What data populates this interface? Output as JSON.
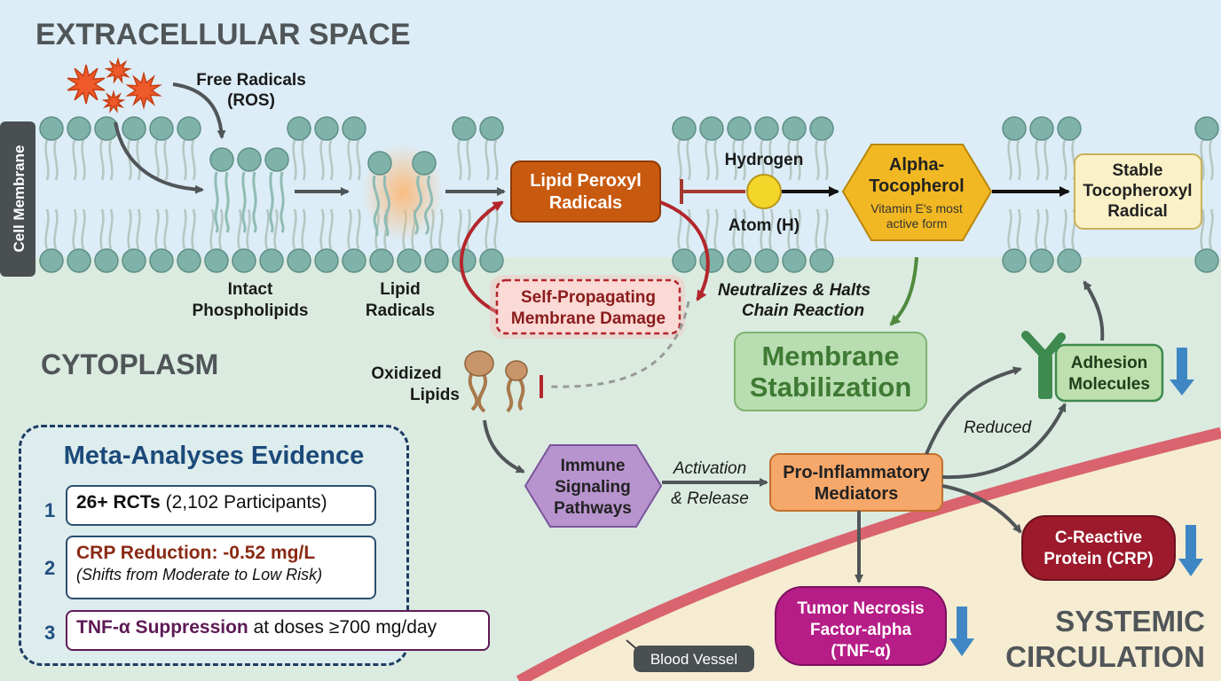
{
  "regions": {
    "extracellular": "EXTRACELLULAR SPACE",
    "cytoplasm": "CYTOPLASM",
    "systemic_line1": "SYSTEMIC",
    "systemic_line2": "CIRCULATION",
    "membrane_tag": "Cell Membrane",
    "blood_vessel": "Blood Vessel"
  },
  "nodes": {
    "free_radicals": [
      "Free Radicals",
      "(ROS)"
    ],
    "intact": [
      "Intact",
      "Phospholipids"
    ],
    "lipid_radicals": [
      "Lipid",
      "Radicals"
    ],
    "peroxyl": [
      "Lipid Peroxyl",
      "Radicals"
    ],
    "hydrogen_top": "Hydrogen",
    "hydrogen_bottom": "Atom (H)",
    "tocopherol": [
      "Alpha-",
      "Tocopherol"
    ],
    "tocopherol_sub": [
      "Vitamin E's most",
      "active form"
    ],
    "stable": [
      "Stable",
      "Tocopheroxyl",
      "Radical"
    ],
    "self_prop": [
      "Self-Propagating",
      "Membrane Damage"
    ],
    "neutralizes": [
      "Neutralizes & Halts",
      "Chain Reaction"
    ],
    "stabilization": [
      "Membrane",
      "Stabilization"
    ],
    "oxidized": [
      "Oxidized",
      "Lipids"
    ],
    "immune": [
      "Immune",
      "Signaling",
      "Pathways"
    ],
    "activation": [
      "Activation",
      "& Release"
    ],
    "mediators": [
      "Pro-Inflammatory",
      "Mediators"
    ],
    "reduced": "Reduced",
    "adhesion": [
      "Adhesion",
      "Molecules"
    ],
    "crp": [
      "C-Reactive",
      "Protein (CRP)"
    ],
    "tnf": [
      "Tumor Necrosis",
      "Factor-alpha",
      "(TNF-α)"
    ]
  },
  "evidence": {
    "title": "Meta-Analyses Evidence",
    "items": [
      {
        "num": "1",
        "bold": "26+ RCTs",
        "rest": " (2,102 Participants)",
        "sub": "",
        "color": "#111111"
      },
      {
        "num": "2",
        "bold": "CRP Reduction: -0.52 mg/L",
        "rest": "",
        "sub": "(Shifts from Moderate to Low Risk)",
        "color": "#8a2a14"
      },
      {
        "num": "3",
        "bold": "TNF-α Suppression",
        "rest": " at doses ≥700 mg/day",
        "sub": "",
        "color": "#5e1a55"
      }
    ]
  },
  "colors": {
    "extracellular_bg": "#dcedf7",
    "cytoplasm_bg": "#dbebe0",
    "circulation_bg": "#f5ecd2",
    "vessel": "#d9636e",
    "peroxyl": "#c85a0f",
    "tocopherol": "#f2b823",
    "stable": "#fbf1c6",
    "immune": "#b894cf",
    "mediators": "#f6a86a",
    "adhesion": "#bde0ae",
    "crp": "#9c1a2b",
    "tnf": "#b61d87",
    "stabilization": "#b8ddb0",
    "membrane_head": "#7fb2a8",
    "down_arrow": "#3f87c4"
  }
}
